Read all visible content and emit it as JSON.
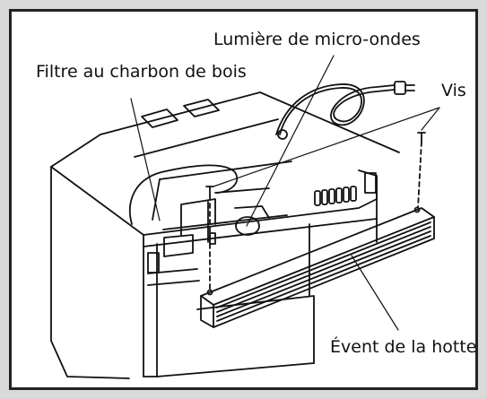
{
  "labels": {
    "light": "Lumière de micro-ondes",
    "filter": "Filtre au charbon de bois",
    "screws": "Vis",
    "vent": "Évent de la hotte"
  },
  "colors": {
    "background": "#d9d9d9",
    "frame": "#222222",
    "line": "#111111"
  }
}
